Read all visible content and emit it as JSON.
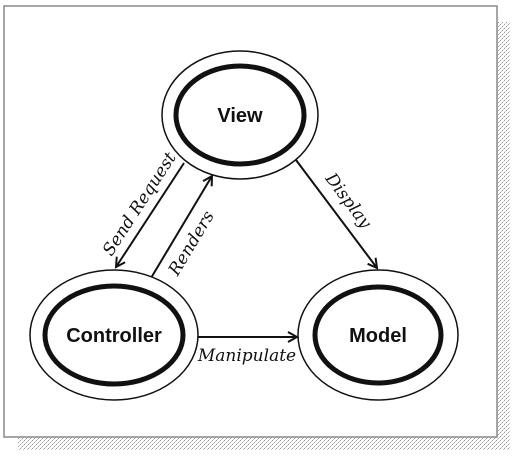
{
  "diagram": {
    "nodes": {
      "view": "View",
      "controller": "Controller",
      "model": "Model"
    },
    "edges": {
      "send_request": "Send Request",
      "renders": "Renders",
      "display": "Display",
      "manipulate": "Manipulate"
    }
  }
}
